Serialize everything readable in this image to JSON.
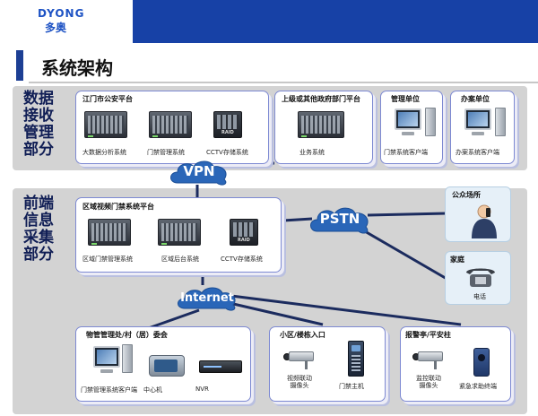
{
  "header": {
    "logo_en": "DYONG",
    "logo_cn": "多奥",
    "page_title": "系统架构"
  },
  "colors": {
    "header_blue": "#1741a6",
    "band_gray": "#d3d3d3",
    "panel_border": "#7d89d2",
    "cloud_blue": "#2a66b8",
    "link_navy": "#1b2b5e"
  },
  "sections": {
    "data_layer": "数据\n接收\n管理\n部分",
    "frontend_layer": "前端\n信息\n采集\n部分"
  },
  "panels": {
    "city_police": {
      "title": "江门市公安平台",
      "items": [
        "大数据分析系统",
        "门禁管理系统",
        "CCTV存储系统"
      ]
    },
    "gov": {
      "title": "上级或其他政府部门平台",
      "items": [
        "业务系统"
      ]
    },
    "mgmt_unit": {
      "title": "管理单位",
      "items": [
        "门禁系统客户端"
      ]
    },
    "case_unit": {
      "title": "办案单位",
      "items": [
        "办案系统客户端"
      ]
    },
    "regional": {
      "title": "区域视频门禁系统平台",
      "items": [
        "区域门禁管理系统",
        "区域后台系统",
        "CCTV存储系统"
      ]
    },
    "public_place": {
      "title": "公众场所"
    },
    "home": {
      "title": "家庭",
      "items": [
        "电话"
      ]
    },
    "property": {
      "title": "物管管理处/村（居）委会",
      "items": [
        "门禁管理系统客户端",
        "中心机",
        "NVR"
      ]
    },
    "entrance": {
      "title": "小区/楼栋入口",
      "items": [
        "视频联动\n摄像头",
        "门禁主机"
      ]
    },
    "police_post": {
      "title": "报警亭/平安柱",
      "items": [
        "监控联动\n摄像头",
        "紧急求助终端"
      ]
    }
  },
  "clouds": {
    "vpn": "VPN",
    "pstn": "PSTN",
    "internet": "Internet"
  },
  "icons": {
    "server": "server-rack-icon",
    "raid": "raid-storage-icon",
    "workstation": "workstation-icon",
    "person_phone": "person-on-phone-icon",
    "telephone": "telephone-icon",
    "controller": "control-panel-icon",
    "nvr": "nvr-device-icon",
    "camera": "cctv-camera-icon",
    "door_station": "door-intercom-icon",
    "sos": "sos-terminal-icon"
  },
  "labels": {
    "raid": "RAID"
  }
}
